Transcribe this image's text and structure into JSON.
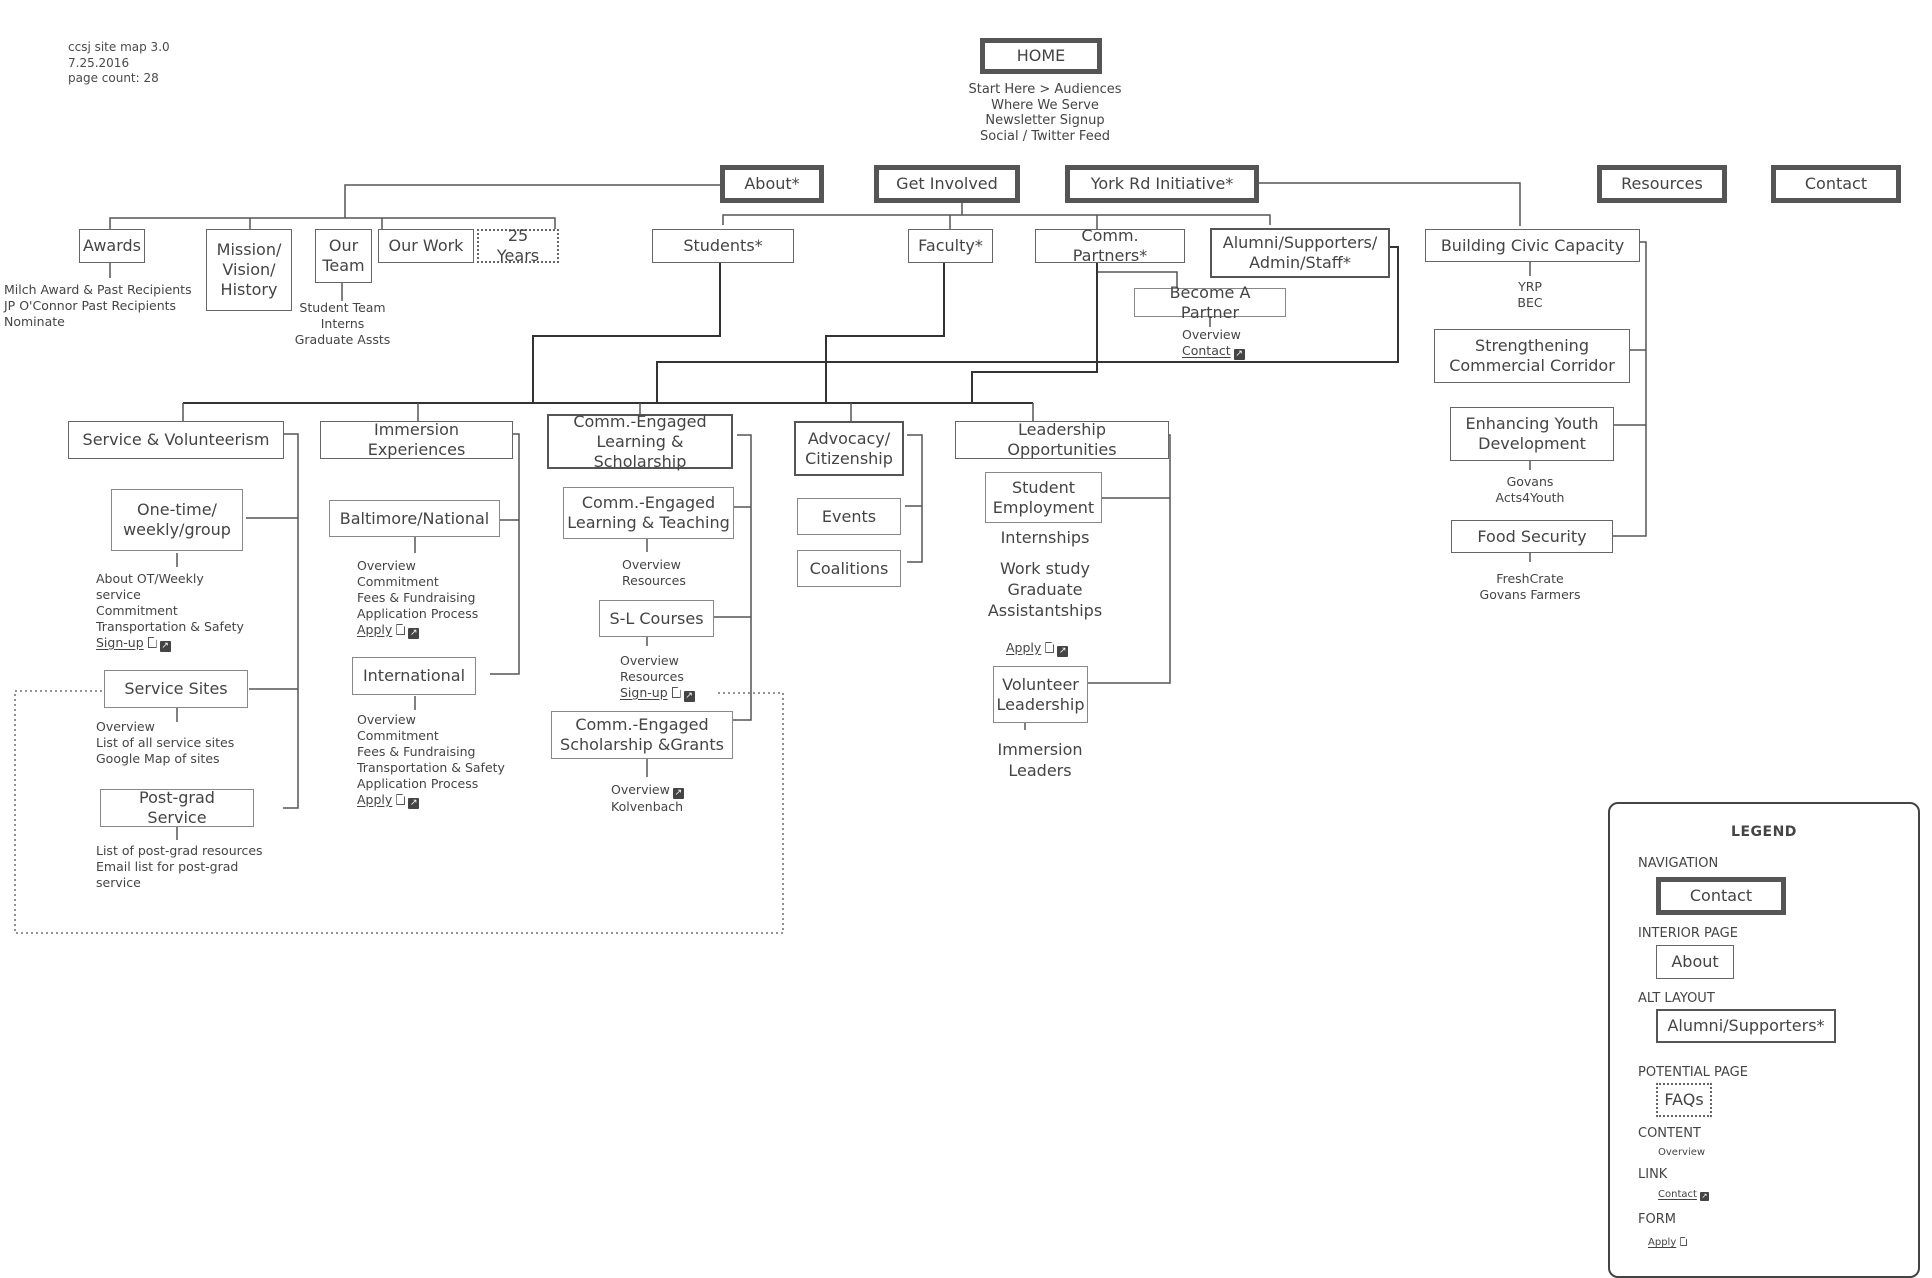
{
  "meta": {
    "title": "ccsj site map 3.0",
    "date": "7.25.2016",
    "page_count": "page count: 28"
  },
  "home": {
    "label": "HOME",
    "content": [
      "Start Here > Audiences",
      "Where We Serve",
      "Newsletter Signup",
      "Social / Twitter Feed"
    ]
  },
  "nav": {
    "about": "About*",
    "get_involved": "Get Involved",
    "york_rd": "York Rd Initiative*",
    "resources": "Resources",
    "contact": "Contact"
  },
  "about": {
    "awards": {
      "label": "Awards",
      "content": [
        "Milch Award & Past Recipients",
        "JP O'Connor Past Recipients",
        "Nominate"
      ]
    },
    "mission": {
      "label": "Mission/ Vision/ History"
    },
    "our_team": {
      "label": "Our Team",
      "content": [
        "Student Team",
        "Interns",
        "Graduate Assts"
      ]
    },
    "our_work": {
      "label": "Our Work"
    },
    "years25": {
      "label": "25 Years"
    }
  },
  "get_involved": {
    "students": "Students*",
    "faculty": "Faculty*",
    "comm_partners": "Comm. Partners*",
    "alumni": "Alumni/Supporters/ Admin/Staff*",
    "become_partner": {
      "label": "Become A Partner",
      "content": [
        "Overview"
      ],
      "link": "Contact"
    }
  },
  "sections": {
    "service": {
      "label": "Service & Volunteerism",
      "one_time": {
        "label": "One-time/ weekly/group",
        "content": [
          "About OT/Weekly",
          "service",
          "Commitment",
          "Transportation & Safety"
        ],
        "form": "Sign-up"
      },
      "service_sites": {
        "label": "Service Sites",
        "content": [
          "Overview",
          "List of all service sites",
          "Google Map of sites"
        ]
      },
      "post_grad": {
        "label": "Post-grad Service",
        "content": [
          "List of post-grad resources",
          "Email list for post-grad",
          "service"
        ]
      }
    },
    "immersion": {
      "label": "Immersion Experiences",
      "baltimore": {
        "label": "Baltimore/National",
        "content": [
          "Overview",
          "Commitment",
          "Fees & Fundraising",
          "Application Process"
        ],
        "form": "Apply"
      },
      "international": {
        "label": "International",
        "content": [
          "Overview",
          "Commitment",
          "Fees & Fundraising",
          "Transportation & Safety",
          "Application Process"
        ],
        "form": "Apply"
      }
    },
    "cels": {
      "label": "Comm.-Engaged Learning & Scholarship",
      "celt": {
        "label": "Comm.-Engaged Learning & Teaching",
        "content": [
          "Overview",
          "Resources"
        ]
      },
      "sl_courses": {
        "label": "S-L Courses",
        "content": [
          "Overview",
          "Resources"
        ],
        "form": "Sign-up"
      },
      "cesg": {
        "label": "Comm.-Engaged Scholarship &Grants",
        "link": "Overview",
        "content": [
          "Kolvenbach"
        ]
      }
    },
    "advocacy": {
      "label": "Advocacy/ Citizenship",
      "events": "Events",
      "coalitions": "Coalitions"
    },
    "leadership": {
      "label": "Leadership Opportunities",
      "student_employment": {
        "label": "Student Employment",
        "content": [
          "Internships",
          "Work study",
          "Graduate Assistantships"
        ],
        "form": "Apply"
      },
      "volunteer": {
        "label": "Volunteer Leadership",
        "content": [
          "Immersion Leaders"
        ]
      }
    }
  },
  "york": {
    "civic": {
      "label": "Building Civic Capacity",
      "content": [
        "YRP",
        "BEC"
      ]
    },
    "commercial": {
      "label": "Strengthening Commercial Corridor"
    },
    "youth": {
      "label": "Enhancing Youth Development",
      "content": [
        "Govans",
        "Acts4Youth"
      ]
    },
    "food": {
      "label": "Food Security",
      "content": [
        "FreshCrate",
        "Govans Farmers"
      ]
    }
  },
  "legend": {
    "title": "LEGEND",
    "navigation": {
      "category": "NAVIGATION",
      "sample": "Contact"
    },
    "interior": {
      "category": "INTERIOR PAGE",
      "sample": "About"
    },
    "alt": {
      "category": "ALT LAYOUT",
      "sample": "Alumni/Supporters*"
    },
    "potential": {
      "category": "POTENTIAL PAGE",
      "sample": "FAQs"
    },
    "content": {
      "category": "CONTENT",
      "sample": "Overview"
    },
    "link": {
      "category": "LINK",
      "sample": "Contact"
    },
    "form": {
      "category": "FORM",
      "sample": "Apply"
    }
  }
}
